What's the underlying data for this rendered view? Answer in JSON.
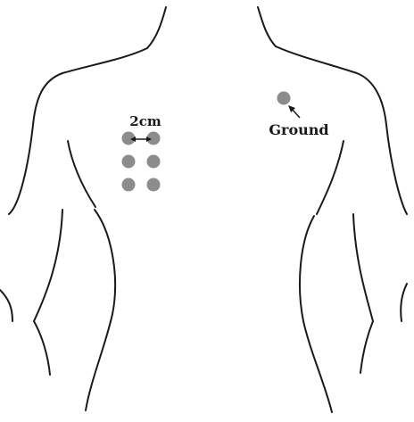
{
  "diagram": {
    "spacing_label": "2cm",
    "ground_label": "Ground",
    "colors": {
      "outline": "#1a1a1a",
      "electrode": "#8c8c8c",
      "text": "#1a1a1a",
      "background": "#ffffff"
    },
    "electrode_grid": {
      "rows": 3,
      "columns": 2
    }
  }
}
